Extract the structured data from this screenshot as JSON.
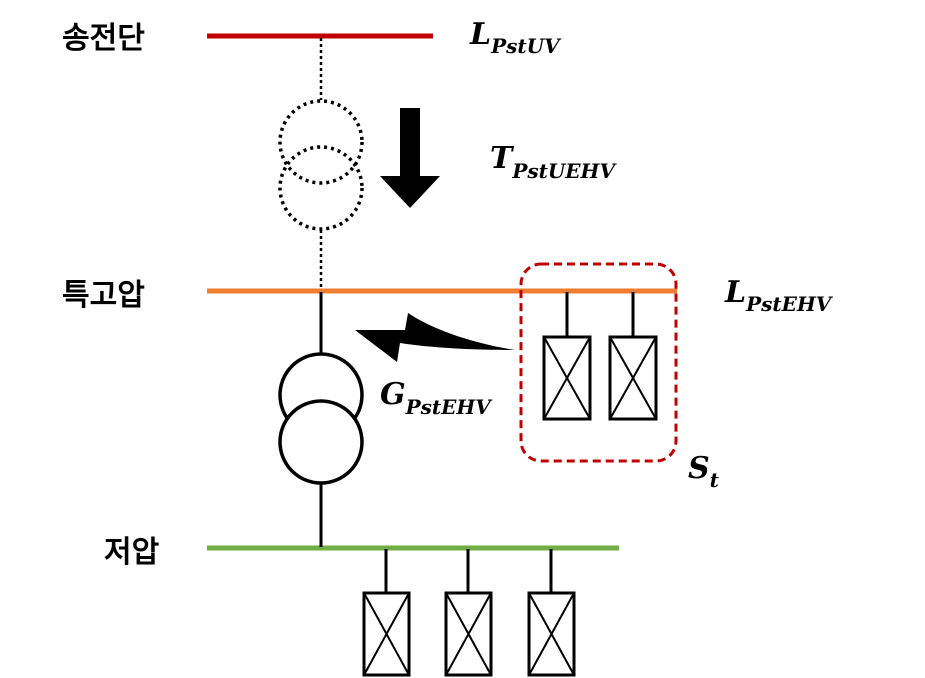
{
  "buses": {
    "transmission": {
      "label": "송전단",
      "color": "#c00000"
    },
    "extra_high_voltage": {
      "label": "특고압",
      "color": "#ed7d31"
    },
    "low_voltage": {
      "label": "저압",
      "color": "#70ad47"
    }
  },
  "symbols": {
    "transmission_line": {
      "main": "L",
      "sub": "PstUV"
    },
    "virtual_transformer": {
      "main": "T",
      "sub": "PstUEHV"
    },
    "ehv_line": {
      "main": "L",
      "sub": "PstEHV"
    },
    "generator_transformer": {
      "main": "G",
      "sub": "PstEHV"
    },
    "storage_group": {
      "main": "S",
      "sub": "t"
    }
  },
  "colors": {
    "storage_group_outline": "#c00000",
    "equipment": "#000000"
  },
  "icons": {
    "down_arrow": "down-arrow-icon",
    "curved_arrow": "curved-left-arrow-icon",
    "breaker": "breaker-box-icon",
    "transformer": "transformer-icon"
  }
}
